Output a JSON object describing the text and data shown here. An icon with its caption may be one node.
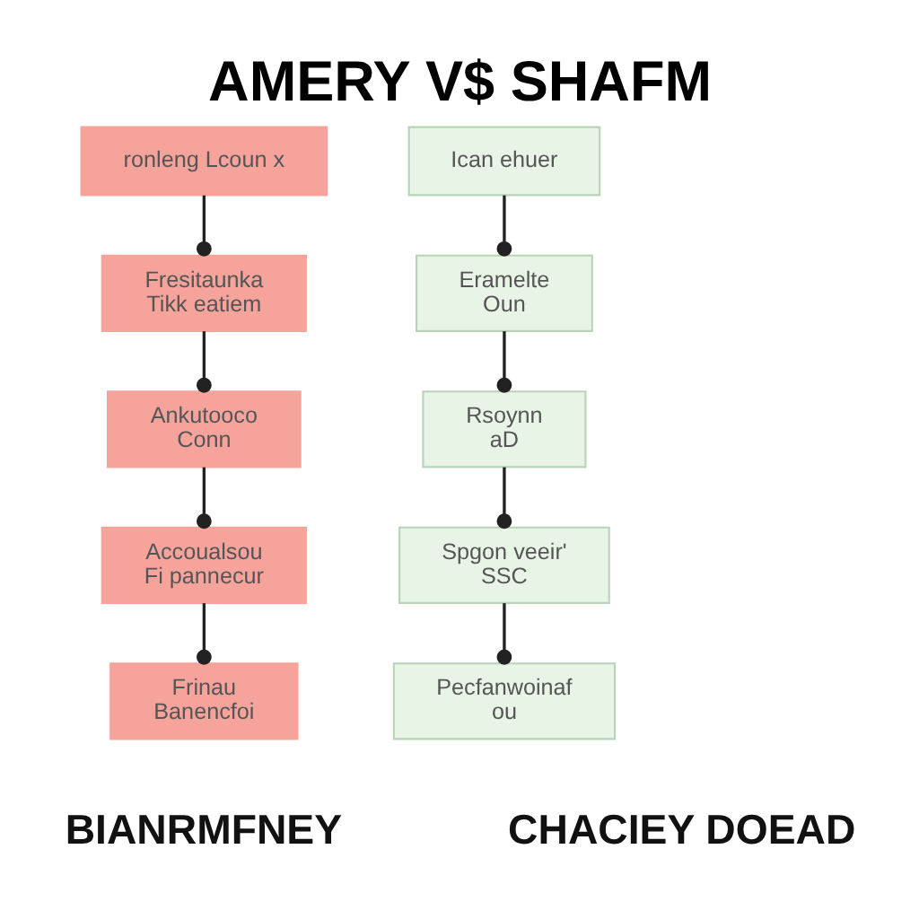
{
  "diagram": {
    "title": "AMERY V$ SHAFM",
    "nodes": [
      {
        "text": [
          "ronleng Lcoun x"
        ]
      },
      {
        "text": [
          "Fresitaunka",
          "Tikk eatiem"
        ]
      },
      {
        "text": [
          "Ankutooco",
          "Conn"
        ]
      },
      {
        "text": [
          "Accoualsou",
          "Fi pannecur"
        ]
      },
      {
        "text": [
          "Frinau",
          "Banencfoi"
        ]
      },
      {
        "text": [
          "Ican ehuer"
        ]
      },
      {
        "text": [
          "Eramelte",
          "Oun"
        ]
      },
      {
        "text": [
          "Rsoynn",
          "aD"
        ]
      },
      {
        "text": [
          "Spgon veeir'",
          "SSC"
        ]
      },
      {
        "text": [
          "Pecfanwoinaf",
          "ou"
        ]
      }
    ],
    "edges": [
      {
        "from": 0,
        "to": 1,
        "arrow": "other"
      },
      {
        "from": 1,
        "to": 2,
        "arrow": "other"
      },
      {
        "from": 2,
        "to": 3,
        "arrow": "other"
      },
      {
        "from": 3,
        "to": 4,
        "arrow": "other"
      },
      {
        "from": 5,
        "to": 6,
        "arrow": "other"
      },
      {
        "from": 6,
        "to": 7,
        "arrow": "other"
      },
      {
        "from": 7,
        "to": 8,
        "arrow": "other"
      },
      {
        "from": 8,
        "to": 9,
        "arrow": "other"
      }
    ],
    "labels": [
      "BIANRMFNEY",
      "CHACIEY DOEAD"
    ]
  }
}
